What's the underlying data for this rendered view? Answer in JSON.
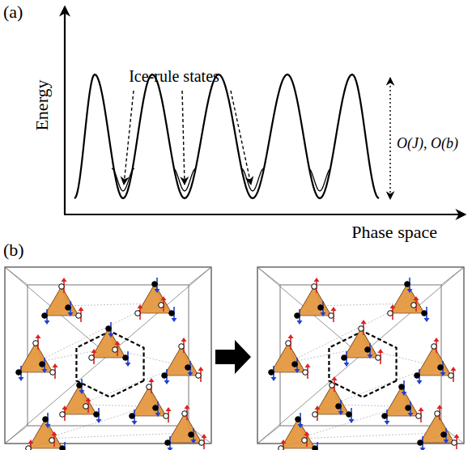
{
  "diagram": {
    "labels": [
      "(a)",
      "Ice-rule states",
      "Energy",
      "O(J), O(b)",
      "Phase space",
      "(b)"
    ]
  }
}
